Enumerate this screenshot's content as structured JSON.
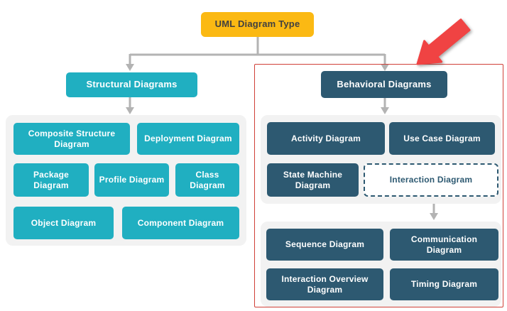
{
  "root_label": "UML Diagram Type",
  "structural": {
    "header_label": "Structural Diagrams",
    "items": {
      "composite": "Composite Structure Diagram",
      "deployment": "Deployment Diagram",
      "package": "Package Diagram",
      "profile": "Profile Diagram",
      "class": "Class Diagram",
      "object": "Object Diagram",
      "component": "Component Diagram"
    }
  },
  "behavioral": {
    "header_label": "Behavioral Diagrams",
    "items": {
      "activity": "Activity Diagram",
      "usecase": "Use Case Diagram",
      "statemachine": "State Machine Diagram",
      "interaction": "Interaction Diagram"
    },
    "interaction_children": {
      "sequence": "Sequence Diagram",
      "communication": "Communication Diagram",
      "interaction_overview": "Interaction Overview Diagram",
      "timing": "Timing Diagram"
    }
  },
  "colors": {
    "root_fill": "#FBB913",
    "root_text": "#404040",
    "structural_fill": "#20AFC1",
    "behavioral_fill": "#2D5971",
    "box_text": "#FFFFFF",
    "container_fill": "#F2F2F2",
    "connector": "#B3B3B3",
    "highlight_border": "#D04038",
    "pointer_arrow": "#F04343"
  }
}
